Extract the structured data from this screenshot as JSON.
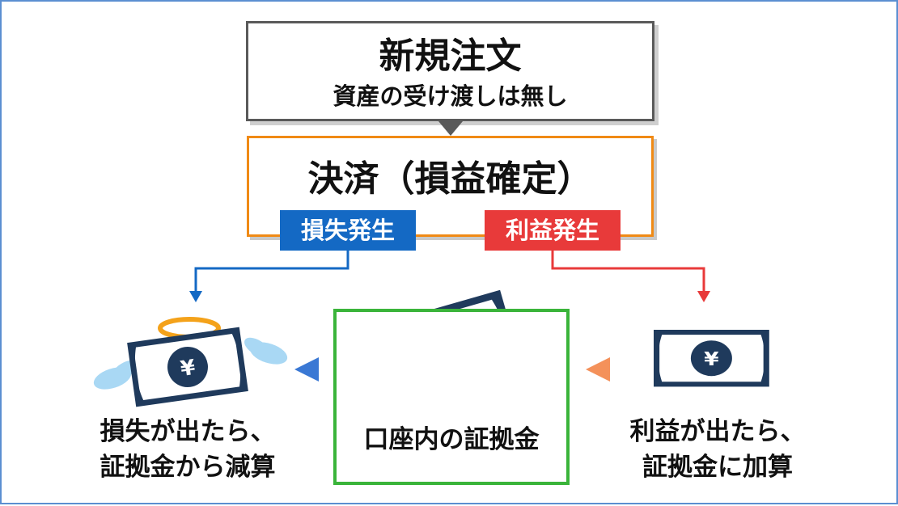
{
  "new_order": {
    "title": "新規注文",
    "subtitle": "資産の受け渡しは無し"
  },
  "settlement": {
    "title": "決済（損益確定）"
  },
  "tags": {
    "loss": "損失発生",
    "profit": "利益発生"
  },
  "center": {
    "label": "口座内の証拠金"
  },
  "captions": {
    "loss": [
      "損失が出たら、",
      "証拠金から減算"
    ],
    "profit": [
      "利益が出たら、",
      "証拠金に加算"
    ]
  },
  "currency_symbol": "¥",
  "colors": {
    "loss": "#1469c4",
    "profit": "#e83a3a",
    "settlement_border": "#f08a15",
    "center_border": "#3ab43a",
    "banknote": "#1f3a5c",
    "halo": "#f4a21a",
    "wing": "#a9d8f4",
    "arrow_left": "#3a78d4",
    "arrow_right": "#f4915a"
  },
  "icons": [
    "banknote-icon",
    "halo-icon",
    "wing-icon",
    "triangle-arrow-icon"
  ]
}
